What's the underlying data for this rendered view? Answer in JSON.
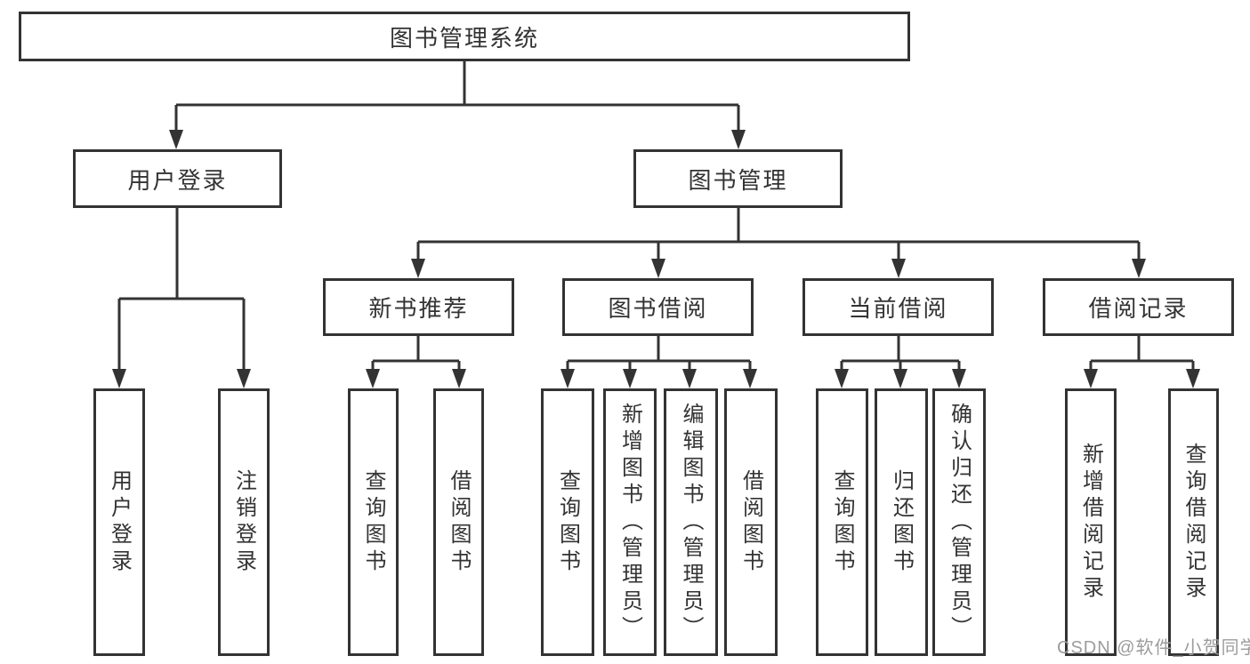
{
  "colors": {
    "line": "#333333",
    "box_border": "#333333",
    "text": "#333333",
    "background": "#ffffff",
    "watermark": "#9c9c9c"
  },
  "tree": {
    "root": "图书管理系统",
    "user_login": "用户登录",
    "book_management": "图书管理",
    "new_book_recommend": "新书推荐",
    "book_borrowing": "图书借阅",
    "current_borrowing": "当前借阅",
    "borrowing_records": "借阅记录",
    "leaves": {
      "user_login": "用户登录",
      "logout": "注销登录",
      "query_books_recommend": "查询图书",
      "borrow_books_recommend": "借阅图书",
      "query_books_borrowing": "查询图书",
      "add_books_admin": "新增图书（管理员）",
      "edit_books_admin": "编辑图书（管理员）",
      "borrow_books_borrowing": "借阅图书",
      "query_books_current": "查询图书",
      "return_books": "归还图书",
      "confirm_return_admin": "确认归还（管理员）",
      "add_borrow_record": "新增借阅记录",
      "query_borrow_record": "查询借阅记录"
    }
  },
  "watermark": "CSDN @软件_小贺同学"
}
